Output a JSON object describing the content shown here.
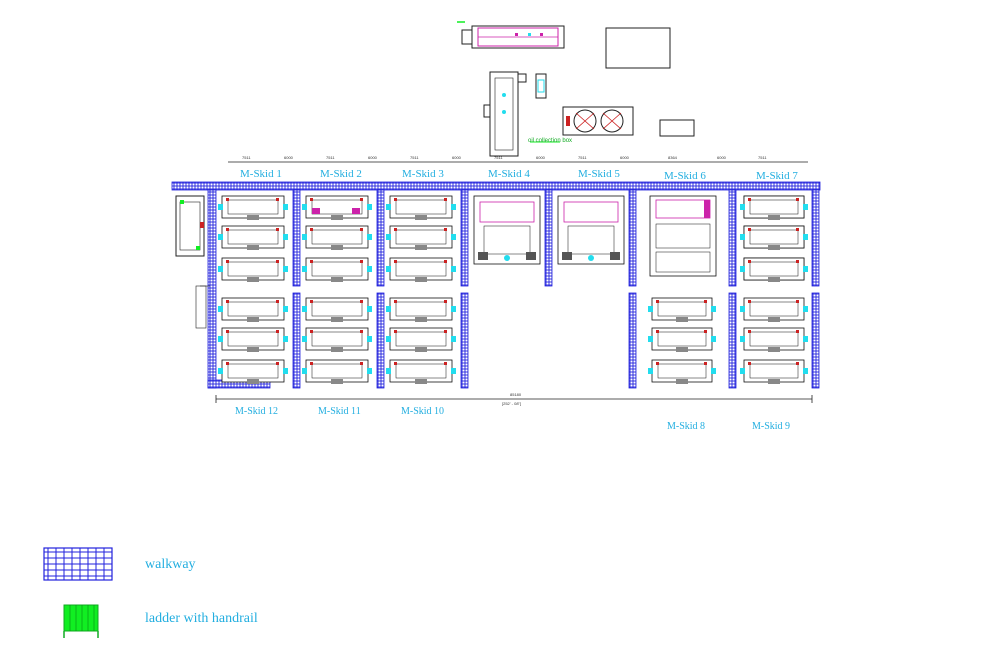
{
  "skids_top": [
    {
      "id": "1",
      "label": "M-Skid 1"
    },
    {
      "id": "2",
      "label": "M-Skid 2"
    },
    {
      "id": "3",
      "label": "M-Skid 3"
    },
    {
      "id": "4",
      "label": "M-Skid 4"
    },
    {
      "id": "5",
      "label": "M-Skid 5"
    },
    {
      "id": "6",
      "label": "M-Skid 6"
    },
    {
      "id": "7",
      "label": "M-Skid 7"
    }
  ],
  "skids_bottom": [
    {
      "id": "12",
      "label": "M-Skid 12"
    },
    {
      "id": "11",
      "label": "M-Skid 11"
    },
    {
      "id": "10",
      "label": "M-Skid 10"
    },
    {
      "id": "8",
      "label": "M-Skid 8"
    },
    {
      "id": "9",
      "label": "M-Skid 9"
    }
  ],
  "top_dimensions": [
    "7511",
    "6000",
    "7511",
    "6000",
    "7511",
    "6000",
    "7511",
    "6000",
    "7511",
    "6000",
    "8364",
    "6000",
    "7511"
  ],
  "overall_dimension": "85180",
  "overall_dimension_sub": "[252' - 08\"]",
  "collection_box_label": "oil collection box",
  "legend": {
    "walkway_label": "walkway",
    "ladder_label": "ladder with handrail"
  },
  "colors": {
    "walkway": "#2222dd",
    "ladder": "#11ee22",
    "label": "#22aee0",
    "equipment_magenta": "#cc22aa",
    "equipment_cyan": "#22ddee",
    "line": "#111111"
  }
}
